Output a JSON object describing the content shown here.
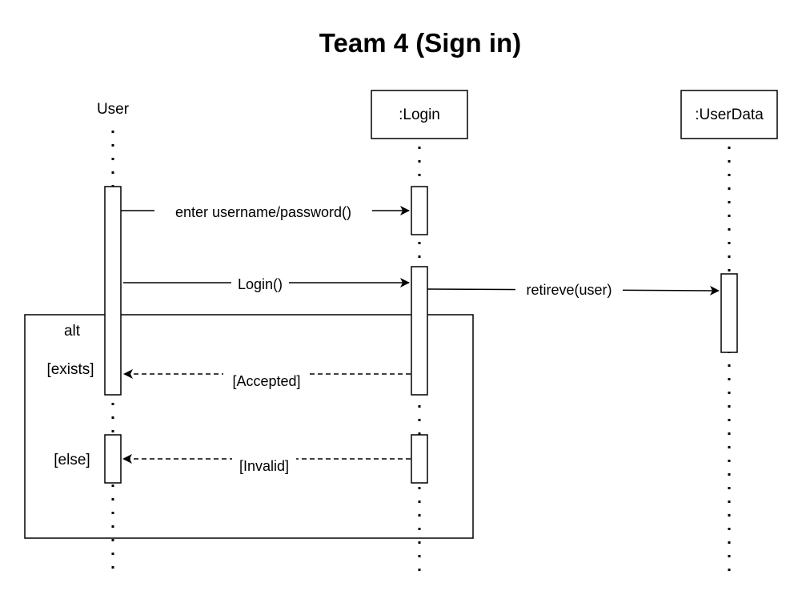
{
  "title": "Team 4 (Sign in)",
  "participants": {
    "user": ":User",
    "user_display": "User",
    "login": ":Login",
    "userdata": ":UserData"
  },
  "messages": {
    "enter_credentials": "enter username/password()",
    "login_call": "Login()",
    "retrieve_user": "retireve(user)",
    "accepted": "[Accepted]",
    "invalid": "[Invalid]"
  },
  "fragment": {
    "operator": "alt",
    "guard_exists": "[exists]",
    "guard_else": "[else]"
  }
}
